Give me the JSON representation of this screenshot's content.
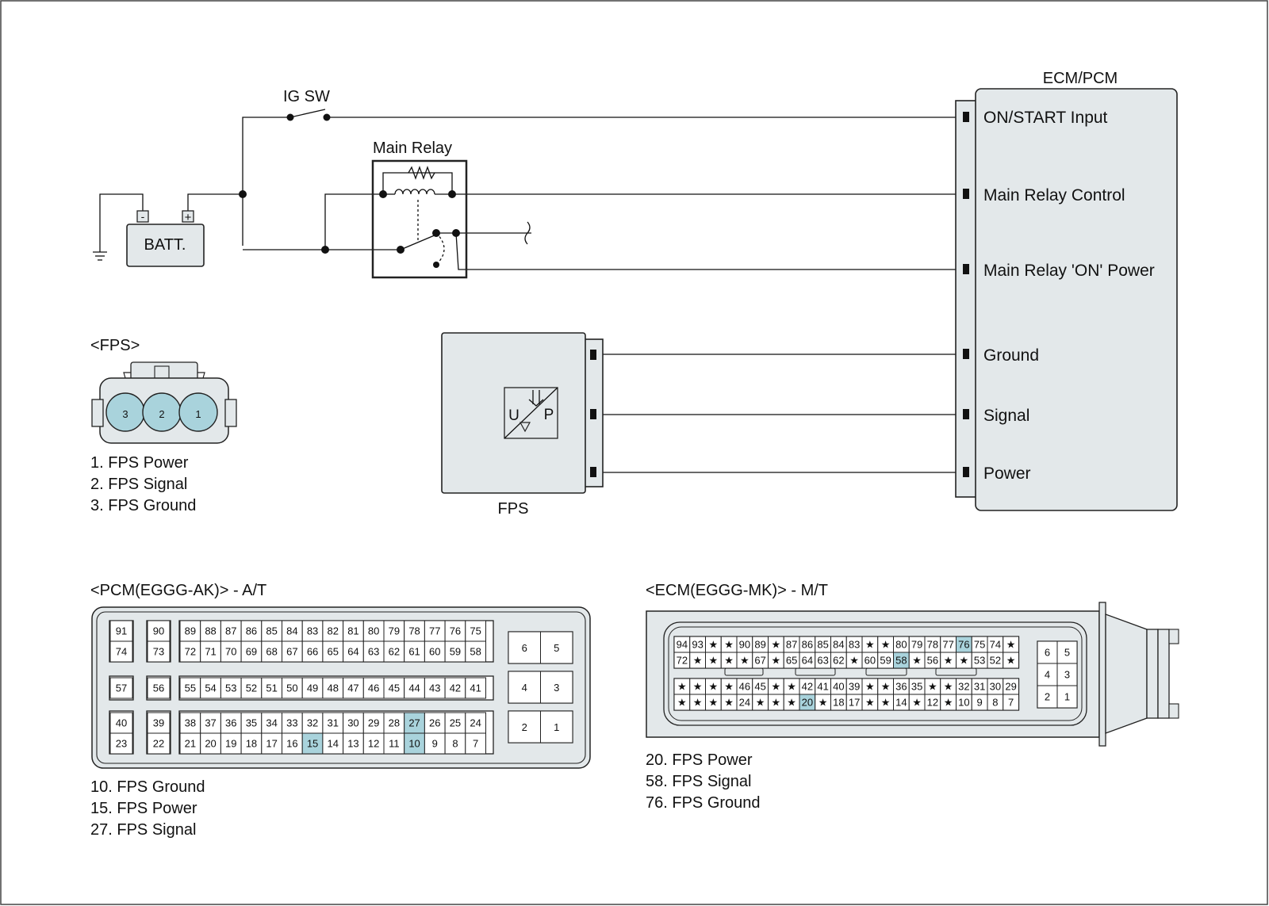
{
  "colors": {
    "highlight": "#a9d3dc",
    "panel": "#e3e8ea",
    "line": "#111111"
  },
  "diagram": {
    "ig_sw": "IG SW",
    "main_relay": "Main Relay",
    "battery": "BATT.",
    "battery_minus": "-",
    "battery_plus": "+",
    "ecm_title": "ECM/PCM",
    "ecm_pins": [
      "ON/START Input",
      "Main Relay Control",
      "Main Relay 'ON' Power",
      "Ground",
      "Signal",
      "Power"
    ],
    "fps_label": "FPS",
    "sensor_u": "U",
    "sensor_p": "P"
  },
  "fps_connector": {
    "title": "<FPS>",
    "pins": [
      "3",
      "2",
      "1"
    ],
    "legend": [
      "1. FPS Power",
      "2. FPS Signal",
      "3. FPS Ground"
    ]
  },
  "pcm_connector": {
    "title": "<PCM(EGGG-AK)> - A/T",
    "highlighted": [
      "10",
      "15",
      "27"
    ],
    "rows": [
      [
        "91",
        "90",
        "89",
        "88",
        "87",
        "86",
        "85",
        "84",
        "83",
        "82",
        "81",
        "80",
        "79",
        "78",
        "77",
        "76",
        "75"
      ],
      [
        "74",
        "73",
        "72",
        "71",
        "70",
        "69",
        "68",
        "67",
        "66",
        "65",
        "64",
        "63",
        "62",
        "61",
        "60",
        "59",
        "58"
      ],
      [
        "57",
        "56",
        "55",
        "54",
        "53",
        "52",
        "51",
        "50",
        "49",
        "48",
        "47",
        "46",
        "45",
        "44",
        "43",
        "42",
        "41"
      ],
      [
        "40",
        "39",
        "38",
        "37",
        "36",
        "35",
        "34",
        "33",
        "32",
        "31",
        "30",
        "29",
        "28",
        "27",
        "26",
        "25",
        "24"
      ],
      [
        "23",
        "22",
        "21",
        "20",
        "19",
        "18",
        "17",
        "16",
        "15",
        "14",
        "13",
        "12",
        "11",
        "10",
        "9",
        "8",
        "7"
      ]
    ],
    "side": [
      [
        "6",
        "5"
      ],
      [
        "4",
        "3"
      ],
      [
        "2",
        "1"
      ]
    ],
    "legend": [
      "10. FPS Ground",
      "15. FPS Power",
      "27. FPS Signal"
    ]
  },
  "ecm_connector": {
    "title": "<ECM(EGGG-MK)> - M/T",
    "highlighted": [
      "20",
      "58",
      "76"
    ],
    "rows": [
      [
        "94",
        "93",
        "★",
        "★",
        "90",
        "89",
        "★",
        "87",
        "86",
        "85",
        "84",
        "83",
        "★",
        "★",
        "80",
        "79",
        "78",
        "77",
        "76",
        "75",
        "74",
        "★"
      ],
      [
        "72",
        "★",
        "★",
        "★",
        "★",
        "67",
        "★",
        "65",
        "64",
        "63",
        "62",
        "★",
        "60",
        "59",
        "58",
        "★",
        "56",
        "★",
        "★",
        "53",
        "52",
        "★"
      ],
      [
        "★",
        "★",
        "★",
        "★",
        "46",
        "45",
        "★",
        "★",
        "42",
        "41",
        "40",
        "39",
        "★",
        "★",
        "36",
        "35",
        "★",
        "★",
        "32",
        "31",
        "30",
        "29"
      ],
      [
        "★",
        "★",
        "★",
        "★",
        "24",
        "★",
        "★",
        "★",
        "20",
        "★",
        "18",
        "17",
        "★",
        "★",
        "14",
        "★",
        "12",
        "★",
        "10",
        "9",
        "8",
        "7"
      ]
    ],
    "side": [
      [
        "6",
        "5"
      ],
      [
        "4",
        "3"
      ],
      [
        "2",
        "1"
      ]
    ],
    "legend": [
      "20. FPS Power",
      "58. FPS Signal",
      "76. FPS Ground"
    ]
  }
}
